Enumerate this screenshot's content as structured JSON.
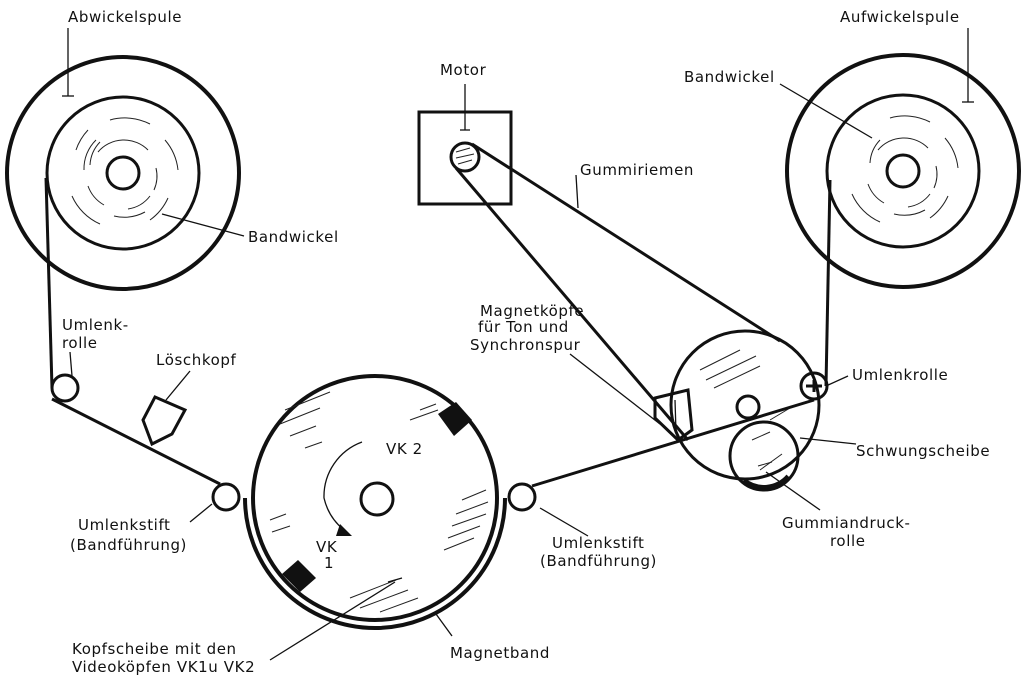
{
  "labels": {
    "abwickelspule": "Abwickelspule",
    "bandwickel_left": "Bandwickel",
    "aufwickelspule": "Aufwickelspule",
    "bandwickel_right": "Bandwickel",
    "motor": "Motor",
    "gummiriemen": "Gummiriemen",
    "umlenkrolle_left_1": "Umlenk-",
    "umlenkrolle_left_2": "rolle",
    "loeschkopf": "Löschkopf",
    "magnetkoepfe_1": "Magnetköpfe",
    "magnetkoepfe_2": "für Ton und",
    "magnetkoepfe_3": "Synchronspur",
    "umlenkrolle_right": "Umlenkrolle",
    "schwungscheibe": "Schwungscheibe",
    "vk2": "VK 2",
    "vk1_1": "VK",
    "vk1_2": "1",
    "umlenkstift_left_1": "Umlenkstift",
    "umlenkstift_left_2": "(Bandführung)",
    "umlenkstift_right_1": "Umlenkstift",
    "umlenkstift_right_2": "(Bandführung)",
    "gummiandruck_1": "Gummiandruck-",
    "gummiandruck_2": "rolle",
    "kopfscheibe_1": "Kopfscheibe mit den",
    "kopfscheibe_2": "Videoköpfen VK1u VK2",
    "magnetband": "Magnetband"
  }
}
